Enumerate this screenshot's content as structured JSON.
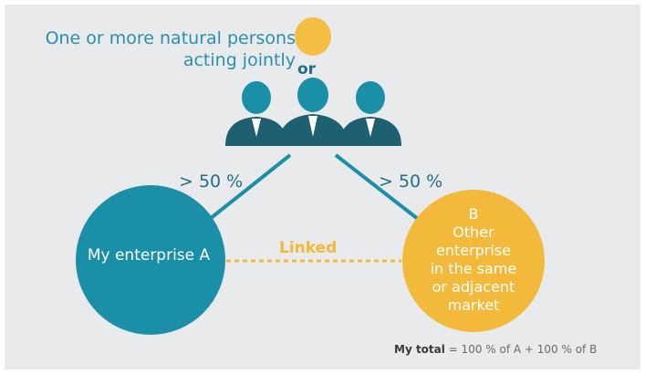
{
  "persons": {
    "title_line1": "One or more natural persons",
    "title_line2": "acting jointly",
    "or_label": "or"
  },
  "links": {
    "left_percent": "> 50 %",
    "right_percent": "> 50 %",
    "linked_label": "Linked"
  },
  "enterprise_a": {
    "label": "My enterprise A"
  },
  "enterprise_b": {
    "lines": [
      "B",
      "Other",
      "enterprise",
      "in the same",
      "or adjacent",
      "market"
    ]
  },
  "footnote": {
    "bold": "My total",
    "rest": " = 100 % of A + 100 % of B"
  },
  "colors": {
    "teal": "#1b8fa8",
    "dark_teal": "#1f5f72",
    "gold": "#f2b93a",
    "background": "#e9eaec"
  },
  "icons": {
    "single_person": "person-silhouette-icon",
    "group": "three-persons-icon"
  }
}
